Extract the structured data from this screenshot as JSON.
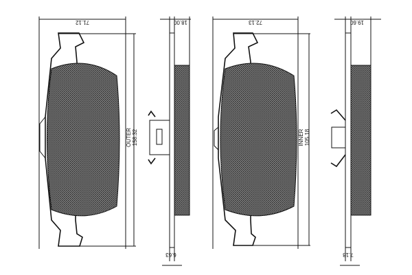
{
  "outer_pad": {
    "width_label": "71.12",
    "thickness_label": "18.00",
    "side_label": "OUTER",
    "height_label": "158.32",
    "backplate_label": "6.63"
  },
  "inner_pad": {
    "width_label": "72.13",
    "thickness_label": "19.60",
    "side_label": "INNER",
    "height_label": "105.18",
    "backplate_label": "7.18"
  },
  "colors": {
    "line": "#111111",
    "friction": "#5a5a5a"
  }
}
